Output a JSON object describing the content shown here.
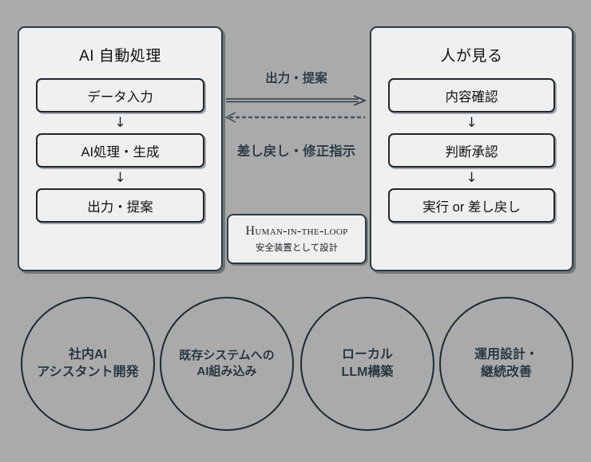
{
  "colors": {
    "background": "#aaaaaa",
    "panel_fill": "#f0f0f0",
    "border": "#2b3a42",
    "text": "#111111",
    "accent_text": "#2c3b46"
  },
  "flow": {
    "ai_panel": {
      "title": "AI 自動処理",
      "steps": [
        {
          "label": "データ入力"
        },
        {
          "label": "AI処理・生成"
        },
        {
          "label": "出力・提案"
        }
      ],
      "connector": "↓"
    },
    "human_panel": {
      "title": "人が見る",
      "steps": [
        {
          "label": "内容確認"
        },
        {
          "label": "判断承認"
        },
        {
          "label": "実行 or 差し戻し"
        }
      ],
      "connector": "↓"
    },
    "center": {
      "forward_label": "出力・提案",
      "backward_label": "差し戻し・修正指示",
      "forward_arrow_icon": "arrow-right-double",
      "backward_arrow_icon": "arrow-left-dashed",
      "hitl": {
        "title": "Human-in-the-loop",
        "subtitle": "安全装置として設計"
      }
    }
  },
  "services": [
    {
      "line1": "社内AI",
      "line2": "アシスタント開発"
    },
    {
      "line1": "既存システムへの",
      "line2": "AI組み込み"
    },
    {
      "line1": "ローカル",
      "line2": "LLM構築"
    },
    {
      "line1": "運用設計・",
      "line2": "継続改善"
    }
  ]
}
